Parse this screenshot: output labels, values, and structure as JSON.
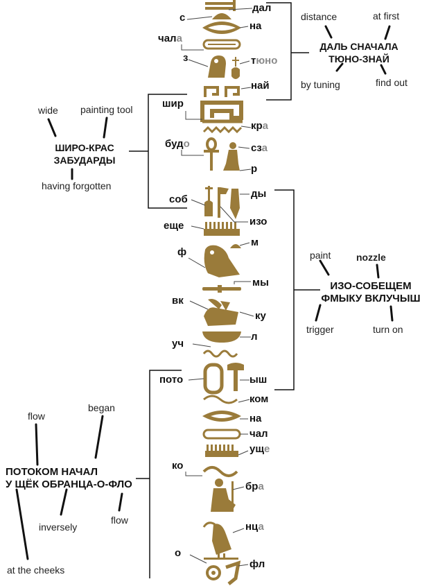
{
  "syllables": [
    {
      "a": "с"
    },
    {
      "a": "дал"
    },
    {
      "a": "на"
    },
    {
      "a": "чал",
      "b": "а"
    },
    {
      "a": "з"
    },
    {
      "a": "т",
      "b": "юно"
    },
    {
      "a": "най"
    },
    {
      "a": "шир"
    },
    {
      "a": "кр",
      "b": "а"
    },
    {
      "a": "буд",
      "b": "о"
    },
    {
      "a": "сз",
      "b": "а"
    },
    {
      "a": "р"
    },
    {
      "a": "соб"
    },
    {
      "a": "ды"
    },
    {
      "a": "изо"
    },
    {
      "a": "еще"
    },
    {
      "a": "м"
    },
    {
      "a": "ф"
    },
    {
      "a": "мы"
    },
    {
      "a": "вк"
    },
    {
      "a": "ку"
    },
    {
      "a": "л"
    },
    {
      "a": "уч"
    },
    {
      "a": "пото"
    },
    {
      "a": "ыш"
    },
    {
      "a": "ком"
    },
    {
      "a": "на"
    },
    {
      "a": "чал"
    },
    {
      "a": "ущ",
      "b": "е"
    },
    {
      "a": "ко"
    },
    {
      "a": "бр",
      "b": "а"
    },
    {
      "a": "нц",
      "b": "а"
    },
    {
      "a": "о"
    },
    {
      "a": "фл"
    }
  ],
  "groups": {
    "g1": {
      "line1": "ДАЛЬ СНАЧАЛА",
      "line2": "ТЮНО-ЗНАЙ",
      "glosses": [
        "distance",
        "at first",
        "by tuning",
        "find out"
      ]
    },
    "g2": {
      "line1": "ШИРО-КРАС",
      "line2": "ЗАБУДАРДЫ",
      "glosses": [
        "wide",
        "painting tool",
        "having forgotten"
      ]
    },
    "g3": {
      "line1_a": "ИЗО-",
      "line1_b": "СОБЕЩЕМ",
      "line2": "ФМЫКУ ВКЛУЧЫШ",
      "glosses": [
        "paint",
        "nozzle",
        "trigger",
        "turn on"
      ]
    },
    "g4": {
      "line1": "ПОТОКОМ НАЧАЛ",
      "line2": "У ЩЁК ОБРАНЦА-О-ФЛО",
      "glosses": [
        "flow",
        "began",
        "inversely",
        "flow",
        "at the cheeks"
      ]
    }
  },
  "colors": {
    "glyph": "#9a7b3a",
    "grey_text": "#8a8a8a",
    "text": "#111111"
  }
}
